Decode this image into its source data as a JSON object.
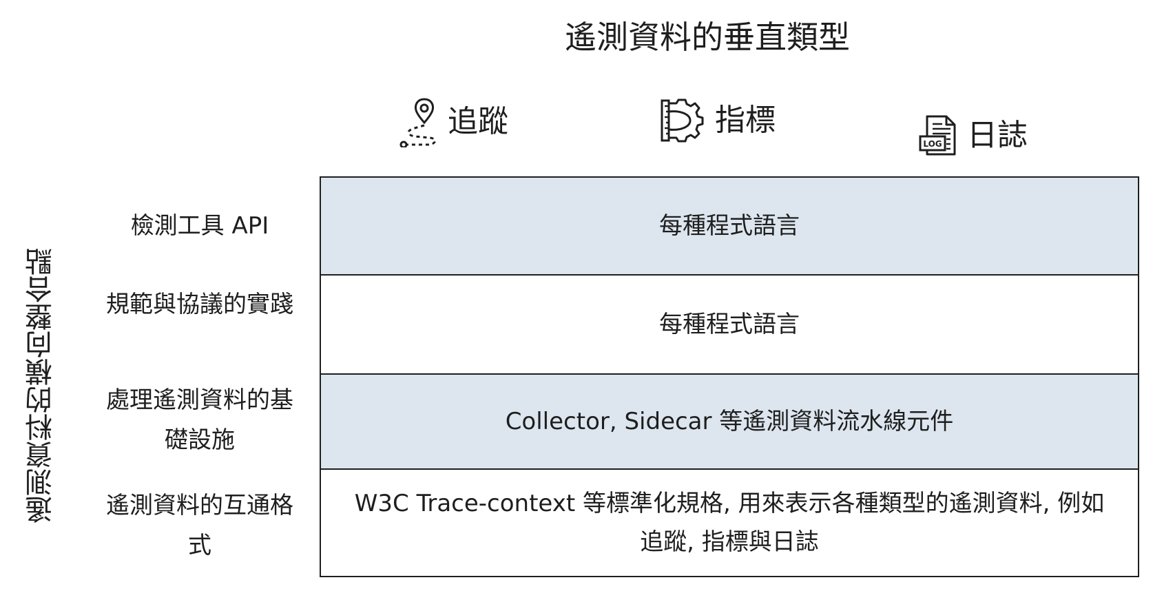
{
  "title": "遙測資料的垂直類型",
  "columns": [
    {
      "label": "追蹤",
      "icon": "location-pin-path-icon"
    },
    {
      "label": "指標",
      "icon": "gear-ruler-icon"
    },
    {
      "label": "日誌",
      "icon": "log-file-icon"
    }
  ],
  "vertical_label": "遙測資料的橫向整合點",
  "rows": [
    {
      "label": "檢測工具 API",
      "content": "每種程式語言"
    },
    {
      "label": "規範與協議的實踐",
      "content": "每種程式語言"
    },
    {
      "label": "處理遙測資料的基礎設施",
      "content": "Collector, Sidecar 等遙測資料流水線元件"
    },
    {
      "label": "遙測資料的互通格式",
      "content": "W3C Trace-context 等標準化規格, 用來表示各種類型的遙測資料, 例如追蹤, 指標與日誌"
    }
  ],
  "colors": {
    "shaded_band": "#dde6ef",
    "plain_band": "#ffffff",
    "stroke": "#1e1e1e"
  }
}
